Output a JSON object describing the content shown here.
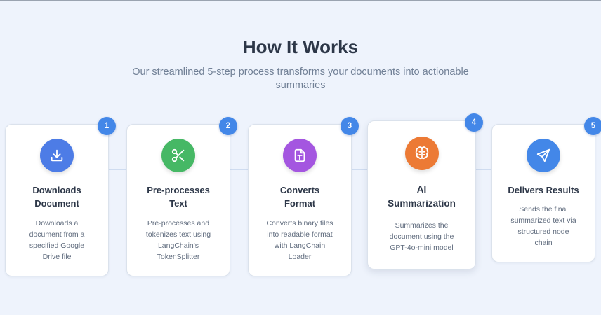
{
  "heading": {
    "title": "How It Works",
    "subtitle": "Our streamlined 5-step process transforms your documents into actionable summaries"
  },
  "steps": [
    {
      "number": "1",
      "title_line1": "Downloads",
      "title_line2": "Document",
      "desc": [
        "Downloads a",
        "document from a",
        "specified Google",
        "Drive file"
      ],
      "icon": "download-icon",
      "color": "#4d7ce6"
    },
    {
      "number": "2",
      "title_line1": "Pre-processes",
      "title_line2": "Text",
      "desc": [
        "Pre-processes and",
        "tokenizes text using",
        "LangChain's",
        "TokenSplitter"
      ],
      "icon": "scissors-icon",
      "color": "#46b865"
    },
    {
      "number": "3",
      "title_line1": "Converts",
      "title_line2": "Format",
      "desc": [
        "Converts binary files",
        "into readable format",
        "with LangChain",
        "Loader"
      ],
      "icon": "file-text-icon",
      "color": "#a456e0"
    },
    {
      "number": "4",
      "title_line1": "AI",
      "title_line2": "Summarization",
      "desc": [
        "Summarizes the",
        "document using the",
        "GPT-4o-mini model"
      ],
      "icon": "brain-icon",
      "color": "#ec7a35"
    },
    {
      "number": "5",
      "title_line1": "Delivers Results",
      "title_line2": "",
      "desc": [
        "Sends the final",
        "summarized text via",
        "structured node",
        "chain"
      ],
      "icon": "send-icon",
      "color": "#4387e8"
    }
  ]
}
